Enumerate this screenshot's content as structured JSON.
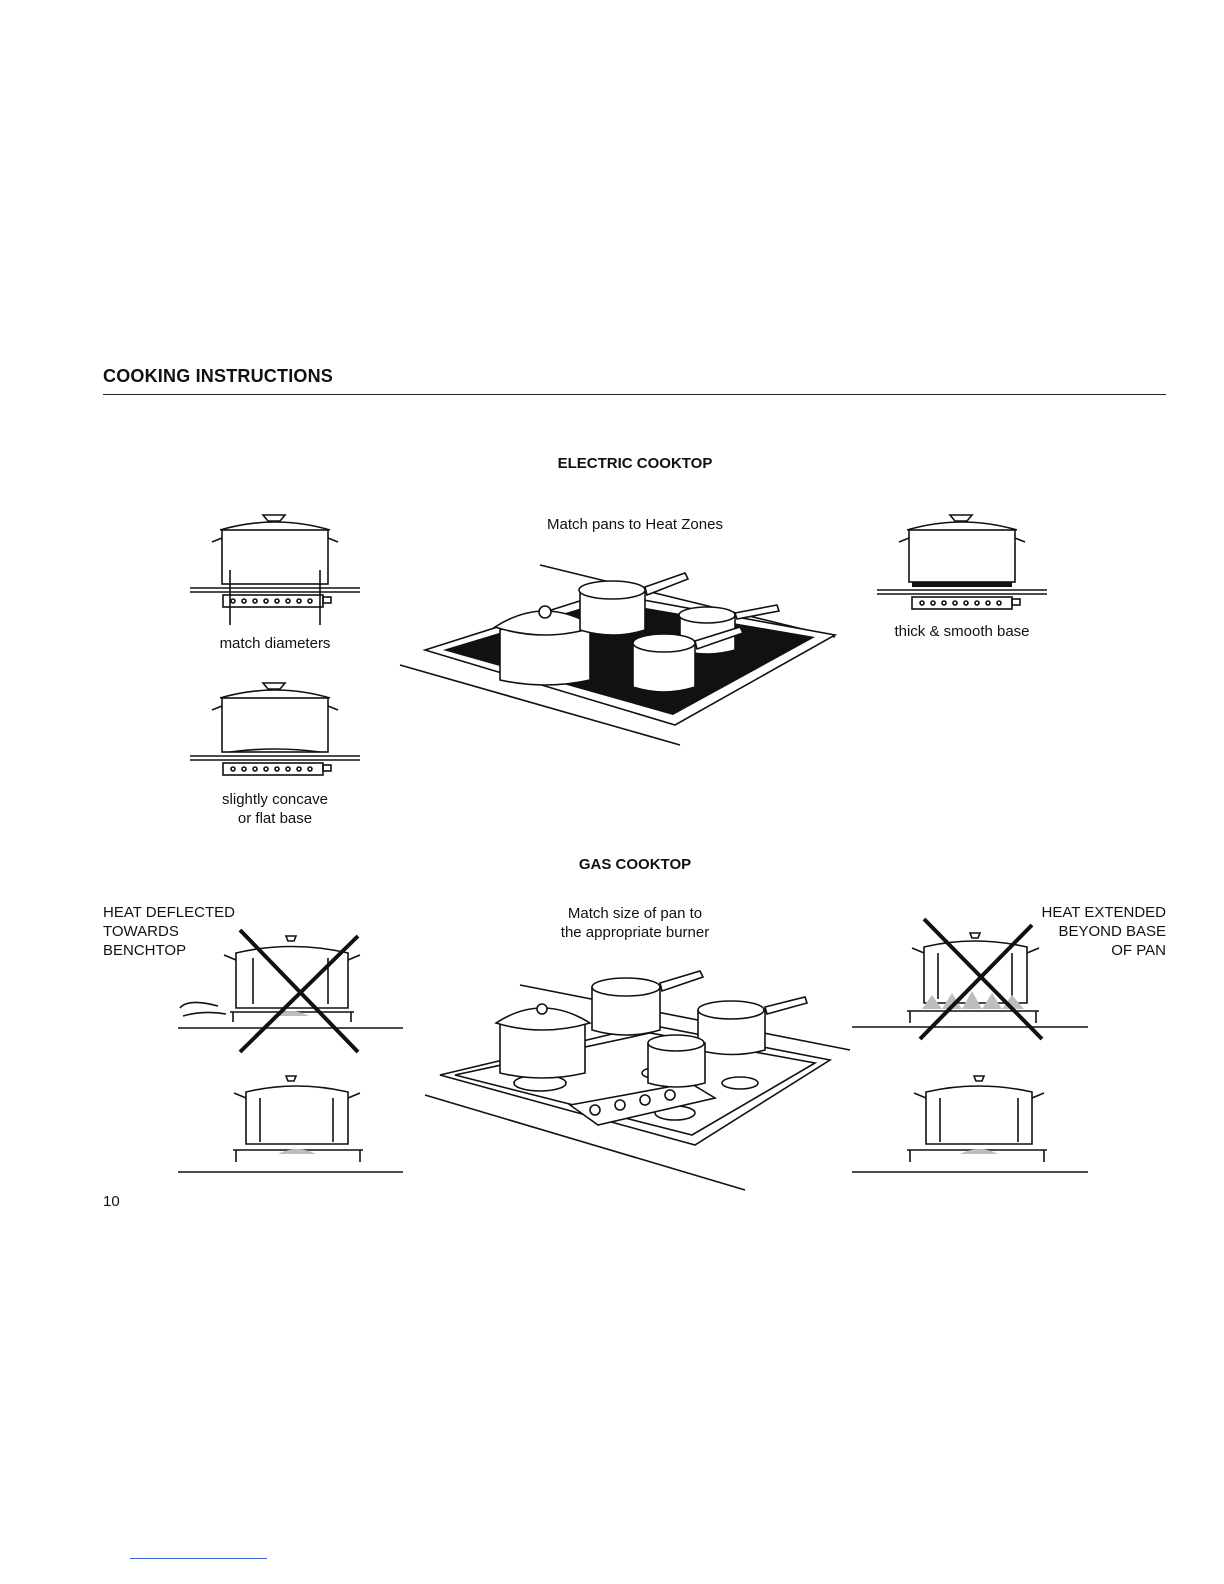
{
  "header": {
    "title": "COOKING INSTRUCTIONS"
  },
  "electric": {
    "heading": "ELECTRIC COOKTOP",
    "center_caption": "Match pans to Heat Zones",
    "captions": {
      "match_diameters": "match diameters",
      "concave_line1": "slightly concave",
      "concave_line2": "or flat base",
      "thick_smooth": "thick & smooth base"
    }
  },
  "gas": {
    "heading": "GAS COOKTOP",
    "center_caption_line1": "Match size of pan to",
    "center_caption_line2": "the appropriate burner",
    "left_note": [
      "HEAT DEFLECTED",
      "TOWARDS",
      "BENCHTOP"
    ],
    "right_note": [
      "HEAT EXTENDED",
      "BEYOND BASE",
      "OF PAN"
    ]
  },
  "page_number": "10",
  "icons": [
    "pot-on-electric-hob-icon",
    "electric-cooktop-illustration",
    "pot-on-gas-burner-icon",
    "gas-cooktop-illustration",
    "prohibited-cross-icon"
  ],
  "colors": {
    "ink": "#111111",
    "background": "#ffffff"
  }
}
